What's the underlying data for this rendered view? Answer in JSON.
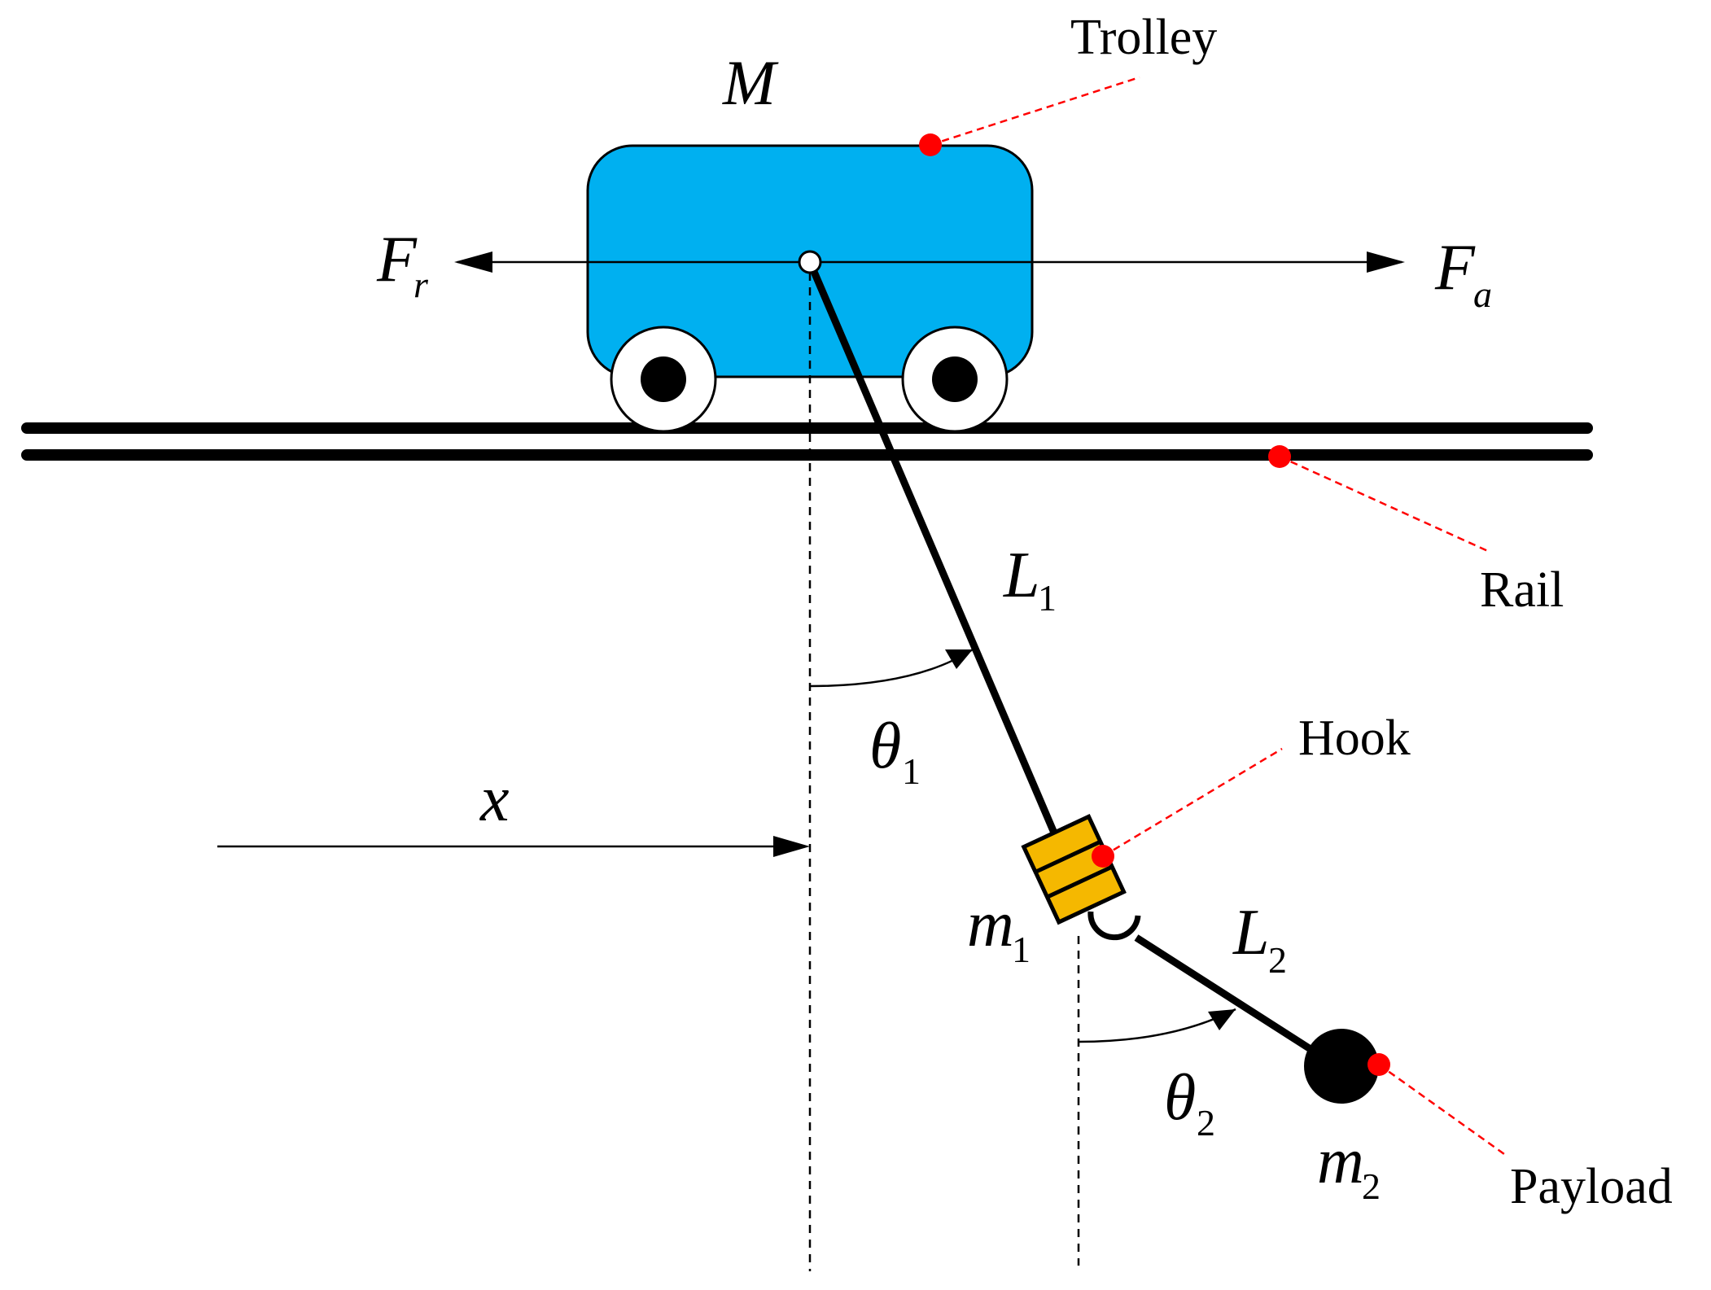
{
  "symbols": {
    "trolley_mass": "M",
    "force_left_main": "F",
    "force_left_sub": "r",
    "force_right_main": "F",
    "force_right_sub": "a",
    "length1_main": "L",
    "length1_sub": "1",
    "length2_main": "L",
    "length2_sub": "2",
    "angle1_main": "θ",
    "angle1_sub": "1",
    "angle2_main": "θ",
    "angle2_sub": "2",
    "position": "x",
    "mass1_main": "m",
    "mass1_sub": "1",
    "mass2_main": "m",
    "mass2_sub": "2"
  },
  "callouts": {
    "trolley": "Trolley",
    "rail": "Rail",
    "hook": "Hook",
    "payload": "Payload"
  },
  "colors": {
    "trolley_body": "#00B0F0",
    "hook_block": "#F5B800",
    "callout": "#FF0000",
    "stroke": "#000000"
  }
}
